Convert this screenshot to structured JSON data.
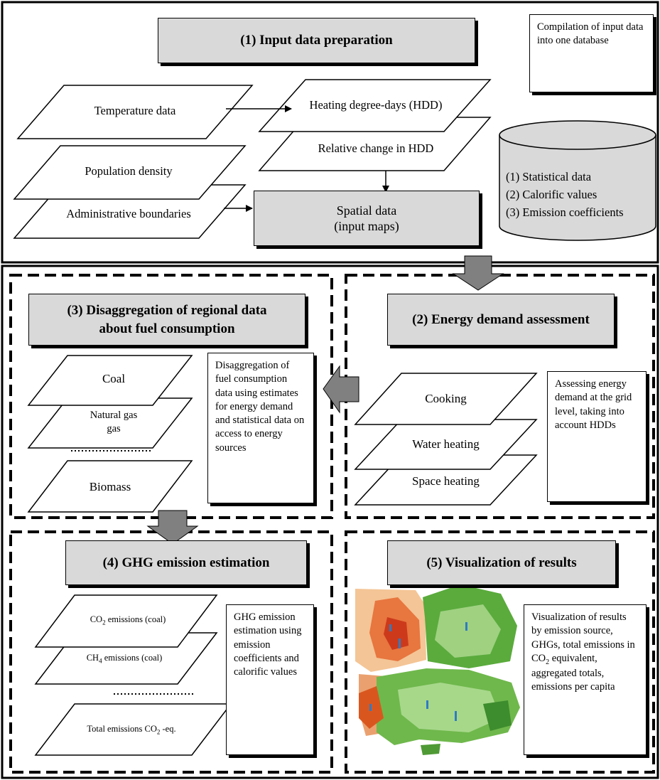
{
  "section1": {
    "title": "(1) Input data preparation",
    "compilation_note": "Compilation of input data into one database",
    "temperature": "Temperature data",
    "hdd": "Heating degree-days (HDD)",
    "relative_hdd": "Relative change in HDD",
    "population": "Population density",
    "admin": "Administrative boundaries",
    "spatial_line1": "Spatial data",
    "spatial_line2": "(input maps)",
    "db_items": [
      "(1) Statistical data",
      "(2) Calorific values",
      "(3) Emission coefficients"
    ]
  },
  "section2": {
    "title": "(2) Energy demand assessment",
    "items": [
      "Cooking",
      "Water heating",
      "Space heating"
    ],
    "note": "Assessing energy demand at the grid level, taking into account HDDs"
  },
  "section3": {
    "title_line1": "(3) Disaggregation of regional data",
    "title_line2": "about fuel consumption",
    "coal": "Coal",
    "natural_gas_line1": "Natural gas",
    "natural_gas_line2": "gas",
    "ellipsis": "...................",
    "biomass": "Biomass",
    "note": "Disaggregation of fuel consumption data using estimates for energy demand and statistical data on access to energy sources"
  },
  "section4": {
    "title": "(4) GHG emission estimation",
    "co2_pre": "CO",
    "co2_sub": "2",
    "co2_post": " emissions (coal)",
    "ch4_pre": "CH",
    "ch4_sub": "4",
    "ch4_post": " emissions (coal)",
    "ellipsis": "...................",
    "total_pre": "Total emissions CO",
    "total_sub": "2",
    "total_post": " -eq.",
    "note": "GHG emission estimation using emission coefficients and calorific values"
  },
  "section5": {
    "title": "(5) Visualization of results",
    "note_pre": "Visualization of results by emission source, GHGs, total emissions in CO",
    "note_sub": "2",
    "note_post": " equivalent, aggregated totals, emissions per capita"
  }
}
